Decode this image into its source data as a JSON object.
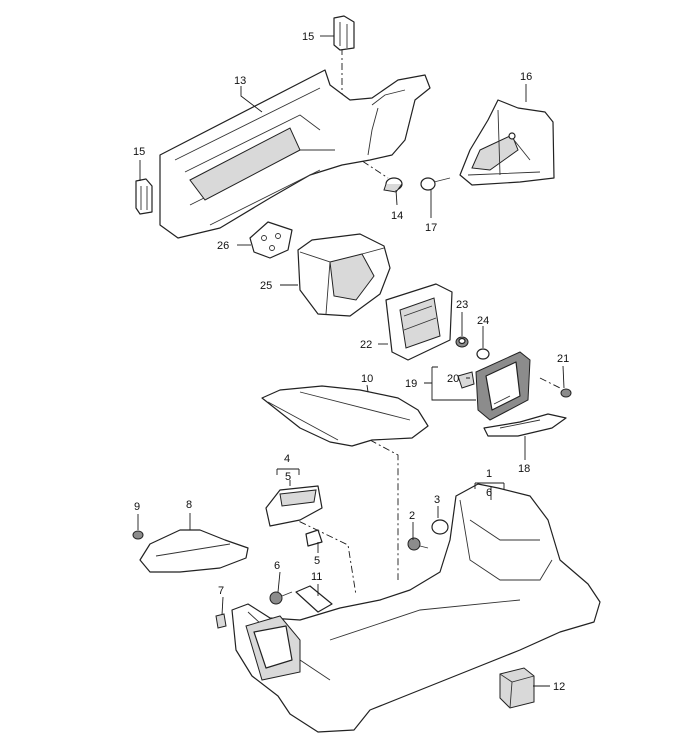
{
  "callouts": {
    "c1": "1",
    "c2": "2",
    "c3": "3",
    "c4": "4",
    "c5": "5",
    "c5b": "5",
    "c6": "6",
    "c6b": "6",
    "c7": "7",
    "c8": "8",
    "c9": "9",
    "c10": "10",
    "c11": "11",
    "c12": "12",
    "c13": "13",
    "c14": "14",
    "c15": "15",
    "c15b": "15",
    "c16": "16",
    "c17": "17",
    "c18": "18",
    "c19": "19",
    "c20": "20",
    "c21": "21",
    "c22": "22",
    "c23": "23",
    "c24": "24",
    "c25": "25",
    "c26": "26"
  }
}
